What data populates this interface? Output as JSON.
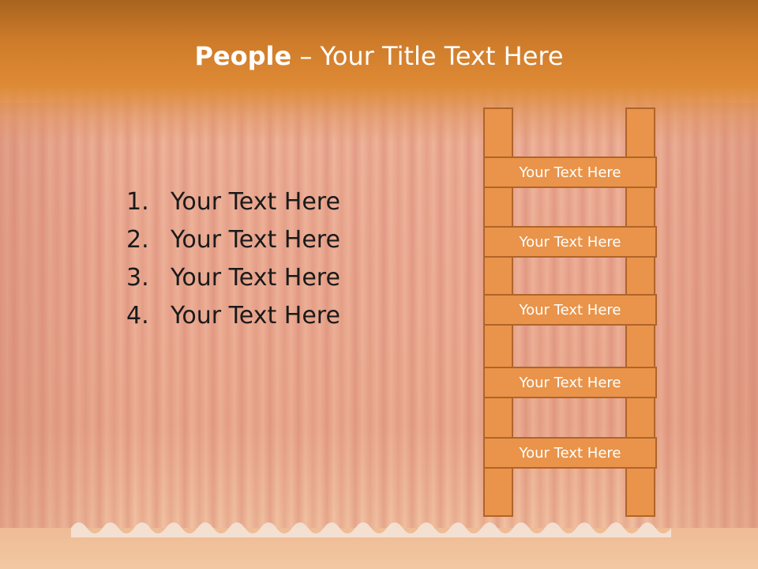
{
  "slide": {
    "title_bold": "People",
    "title_separator": " – ",
    "title_rest": "Your Title Text Here"
  },
  "list": {
    "items": [
      {
        "num": "1.",
        "text": "Your Text Here"
      },
      {
        "num": "2.",
        "text": "Your Text Here"
      },
      {
        "num": "3.",
        "text": "Your Text Here"
      },
      {
        "num": "4.",
        "text": "Your Text Here"
      }
    ]
  },
  "ladder": {
    "rungs": [
      {
        "label": "Your Text Here"
      },
      {
        "label": "Your Text Here"
      },
      {
        "label": "Your Text Here"
      },
      {
        "label": "Your Text Here"
      },
      {
        "label": "Your Text Here"
      }
    ]
  },
  "colors": {
    "header_orange": "#de8a35",
    "ladder_fill": "#e9944a",
    "ladder_border": "#b0642a",
    "curtain_red": "#e09577"
  }
}
